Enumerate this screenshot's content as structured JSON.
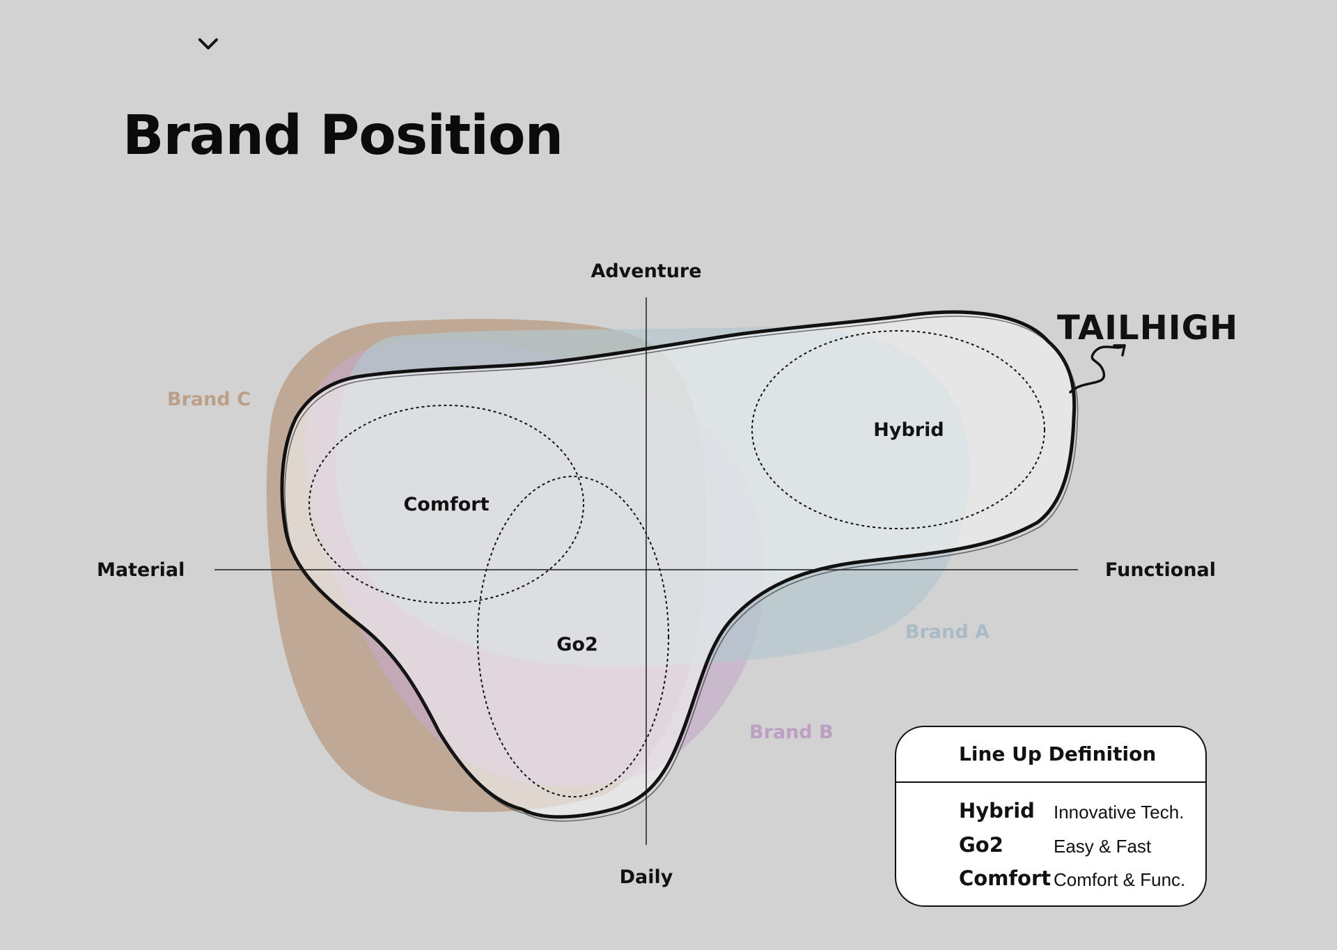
{
  "page": {
    "title": "Brand Position"
  },
  "axes": {
    "top": "Adventure",
    "bottom": "Daily",
    "left": "Material",
    "right": "Functional"
  },
  "brands": [
    {
      "key": "brand_c",
      "label": "Brand C",
      "color": "#bba089"
    },
    {
      "key": "brand_b",
      "label": "Brand B",
      "color": "#bd9fc4"
    },
    {
      "key": "brand_a",
      "label": "Brand A",
      "color": "#a9bcc6"
    }
  ],
  "brand_logo": {
    "text": "TAILHIGH"
  },
  "lineups": [
    {
      "key": "hybrid",
      "label": "Hybrid"
    },
    {
      "key": "comfort",
      "label": "Comfort"
    },
    {
      "key": "go2",
      "label": "Go2"
    }
  ],
  "legend": {
    "title": "Line Up Definition",
    "rows": [
      {
        "name": "Hybrid",
        "desc": "Innovative Tech."
      },
      {
        "name": "Go2",
        "desc": "Easy & Fast"
      },
      {
        "name": "Comfort",
        "desc": "Comfort & Func."
      }
    ]
  },
  "icons": {
    "collapse": "chevron-down-icon",
    "logo_arrow": "squiggle-arrow-icon"
  }
}
